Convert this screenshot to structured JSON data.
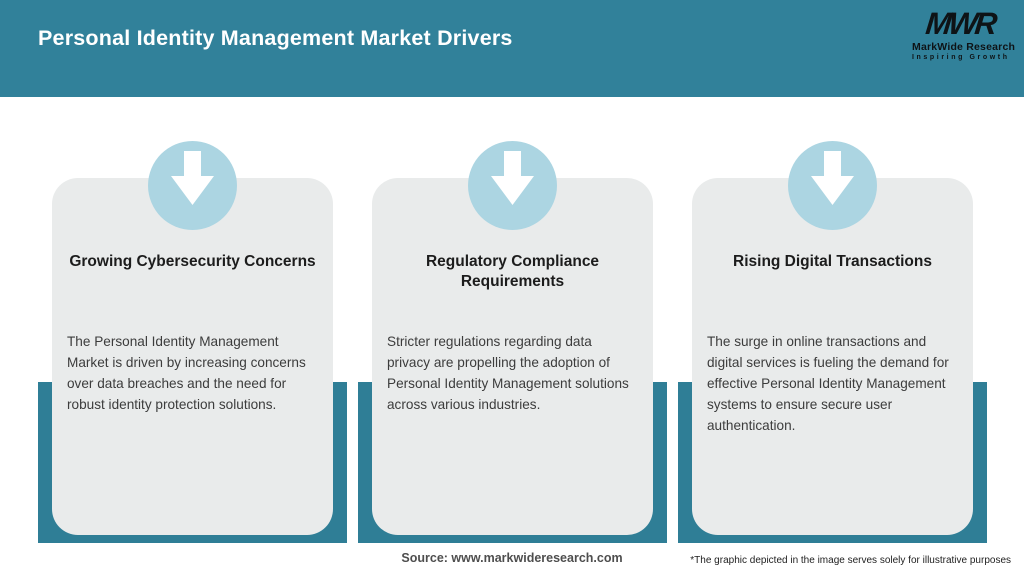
{
  "header": {
    "title": "Personal Identity Management Market Drivers",
    "logo": {
      "monogram": "MWR",
      "name": "MarkWide Research",
      "tagline": "Inspiring Growth"
    }
  },
  "cards": [
    {
      "title": "Growing Cybersecurity Concerns",
      "body": "The Personal Identity Management Market is driven by increasing concerns over data breaches and the need for robust identity protection solutions.",
      "icon": "down-arrow-icon"
    },
    {
      "title": "Regulatory Compliance Requirements",
      "body": "Stricter regulations regarding data privacy are propelling the adoption of Personal Identity Management solutions across various industries.",
      "icon": "down-arrow-icon"
    },
    {
      "title": "Rising Digital Transactions",
      "body": "The surge in online transactions and digital services is fueling the demand for effective Personal Identity Management systems to ensure secure user authentication.",
      "icon": "down-arrow-icon"
    }
  ],
  "footer": {
    "source": "Source: www.markwideresearch.com",
    "disclaimer": "*The graphic depicted in the image serves solely for illustrative purposes"
  },
  "colors": {
    "header_teal": "#31819A",
    "ribbon_teal": "#2F7E96",
    "card_background": "#E9EBEB",
    "arrow_circle_blue": "#ACD5E2",
    "arrow_glyph": "#FFFFFF",
    "title_text": "#FFFFFF",
    "card_title_text": "#1C1C1C",
    "card_body_text": "#3C3C3C"
  }
}
